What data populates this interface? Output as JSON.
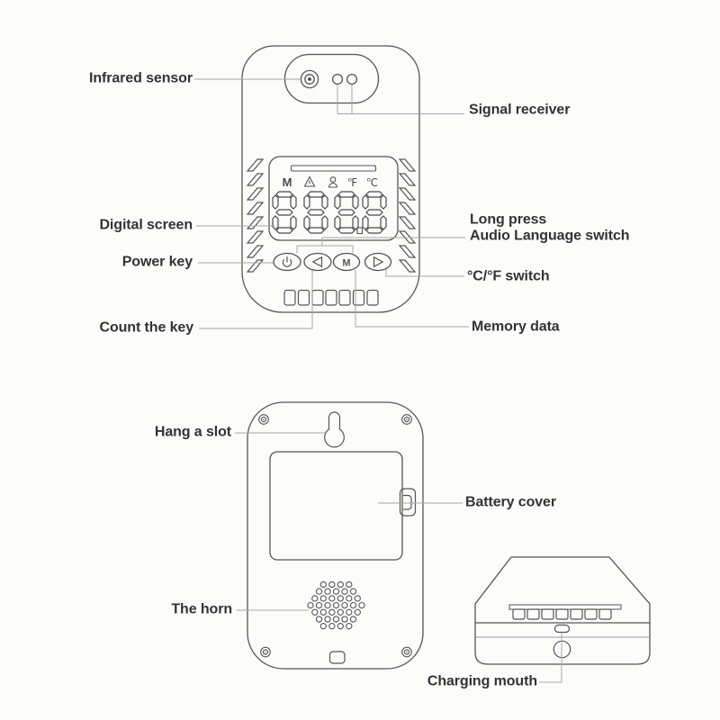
{
  "title": "Infrared thermometer parts diagram",
  "colors": {
    "background": "#fcfcfb",
    "device_line": "#555555",
    "leader_line": "#a6a6a6",
    "label_text": "#333333"
  },
  "labels": {
    "infrared_sensor": "Infrared sensor",
    "signal_receiver": "Signal receiver",
    "digital_screen": "Digital screen",
    "long_press_line1": "Long press",
    "long_press_line2": "Audio Language switch",
    "power_key": "Power key",
    "cf_switch": "°C/°F switch",
    "count_the_key": "Count the key",
    "memory_data": "Memory data",
    "hang_a_slot": "Hang a slot",
    "battery_cover": "Battery cover",
    "the_horn": "The horn",
    "charging_mouth": "Charging mouth"
  },
  "screen": {
    "mode_icon": "M",
    "alarm_icon": "alert-triangle",
    "person_icon": "person",
    "unit_f": "℉",
    "unit_c": "℃",
    "display_value": "8888"
  },
  "buttons": {
    "power": "power-icon",
    "left": "left-arrow",
    "memory_label": "M",
    "right": "right-arrow"
  }
}
